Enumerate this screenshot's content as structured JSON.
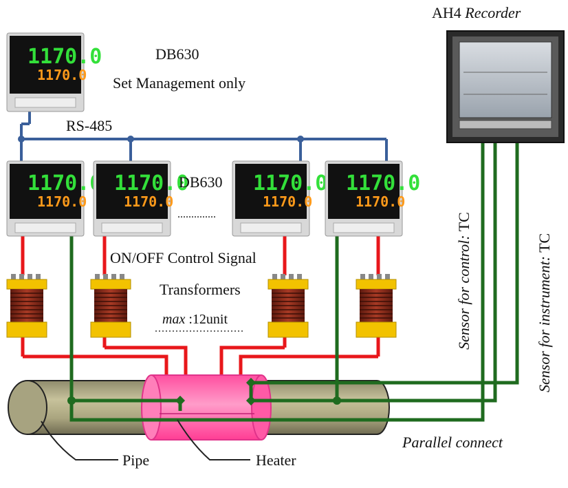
{
  "labels": {
    "recorder": {
      "model": "AH4",
      "word": "Recorder"
    },
    "master_model": "DB630",
    "master_note": "Set Management only",
    "bus": "RS-485",
    "slave_model": "DB630",
    "ellipsis": "..............",
    "control_signal": "ON/OFF Control Signal",
    "transformers": "Transformers",
    "max_prefix": "max",
    "max_value": ":12unit",
    "sensor_control_italic": "Sensor for control:",
    "sensor_control_tc": "TC",
    "sensor_instrument_italic": "Sensor for instrument:",
    "sensor_instrument_tc": "TC",
    "parallel": "Parallel connect",
    "pipe": "Pipe",
    "heater": "Heater"
  },
  "controller_display": {
    "pv": "1170.0",
    "sv": "1170.0",
    "pv_color": "#33e03a",
    "sv_color": "#ff9a1a"
  },
  "colors": {
    "bus": "#3a5f9a",
    "power": "#e8171b",
    "sensor": "#1f6b1f",
    "coil": "#8b2a1a",
    "cap": "#f2c200",
    "pipe": "#b3ae88",
    "heater": "#ff6fb0"
  }
}
